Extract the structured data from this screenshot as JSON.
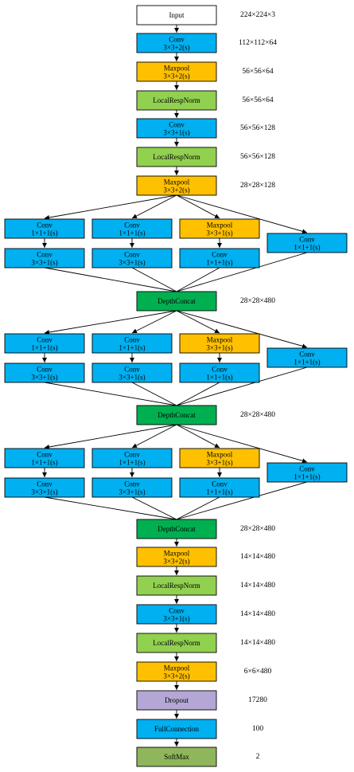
{
  "colors": {
    "input": "#ffffff",
    "conv": "#00b0f0",
    "maxpool": "#ffc000",
    "lrn": "#92d050",
    "concat": "#00b050",
    "dropout": "#b4a7d6",
    "fc": "#00b0f0",
    "softmax": "#8fb65a",
    "stroke": "#000000"
  },
  "main_stack": [
    {
      "id": "input",
      "kind": "input",
      "lines": [
        "Input"
      ],
      "dim": "224×224×3"
    },
    {
      "id": "conv1",
      "kind": "conv",
      "lines": [
        "Conv",
        "3×3+2(s)"
      ],
      "dim": "112×112×64"
    },
    {
      "id": "pool1",
      "kind": "maxpool",
      "lines": [
        "Maxpool",
        "3×3+2(s)"
      ],
      "dim": "56×56×64"
    },
    {
      "id": "lrn1",
      "kind": "lrn",
      "lines": [
        "LocalRespNorm"
      ],
      "dim": "56×56×64"
    },
    {
      "id": "conv2",
      "kind": "conv",
      "lines": [
        "Conv",
        "3×3+1(s)"
      ],
      "dim": "56×56×128"
    },
    {
      "id": "lrn2",
      "kind": "lrn",
      "lines": [
        "LocalRespNorm"
      ],
      "dim": "56×56×128"
    },
    {
      "id": "pool2",
      "kind": "maxpool",
      "lines": [
        "Maxpool",
        "3×3+2(s)"
      ],
      "dim": "28×28×128"
    }
  ],
  "inception_modules": [
    {
      "branches": [
        {
          "top": {
            "kind": "conv",
            "lines": [
              "Conv",
              "1×1+1(s)"
            ]
          },
          "bottom": {
            "kind": "conv",
            "lines": [
              "Conv",
              "3×3+1(s)"
            ]
          }
        },
        {
          "top": {
            "kind": "conv",
            "lines": [
              "Conv",
              "1×1+1(s)"
            ]
          },
          "bottom": {
            "kind": "conv",
            "lines": [
              "Conv",
              "3×3+1(s)"
            ]
          }
        },
        {
          "top": {
            "kind": "maxpool",
            "lines": [
              "Maxpool",
              "3×3+1(s)"
            ]
          },
          "bottom": {
            "kind": "conv",
            "lines": [
              "Conv",
              "1×1+1(s)"
            ]
          }
        },
        {
          "single": {
            "kind": "conv",
            "lines": [
              "Conv",
              "1×1+1(s)"
            ]
          }
        }
      ],
      "concat": {
        "kind": "concat",
        "lines": [
          "DepthConcat"
        ],
        "dim": "28×28×480"
      }
    },
    {
      "branches": [
        {
          "top": {
            "kind": "conv",
            "lines": [
              "Conv",
              "1×1+1(s)"
            ]
          },
          "bottom": {
            "kind": "conv",
            "lines": [
              "Conv",
              "3×3+1(s)"
            ]
          }
        },
        {
          "top": {
            "kind": "conv",
            "lines": [
              "Conv",
              "1×1+1(s)"
            ]
          },
          "bottom": {
            "kind": "conv",
            "lines": [
              "Conv",
              "3×3+1(s)"
            ]
          }
        },
        {
          "top": {
            "kind": "maxpool",
            "lines": [
              "Maxpool",
              "3×3+1(s)"
            ]
          },
          "bottom": {
            "kind": "conv",
            "lines": [
              "Conv",
              "1×1+1(s)"
            ]
          }
        },
        {
          "single": {
            "kind": "conv",
            "lines": [
              "Conv",
              "1×1+1(s)"
            ]
          }
        }
      ],
      "concat": {
        "kind": "concat",
        "lines": [
          "DepthConcat"
        ],
        "dim": "28×28×480"
      }
    },
    {
      "branches": [
        {
          "top": {
            "kind": "conv",
            "lines": [
              "Conv",
              "1×1+1(s)"
            ]
          },
          "bottom": {
            "kind": "conv",
            "lines": [
              "Conv",
              "3×3+1(s)"
            ]
          }
        },
        {
          "top": {
            "kind": "conv",
            "lines": [
              "Conv",
              "1×1+1(s)"
            ]
          },
          "bottom": {
            "kind": "conv",
            "lines": [
              "Conv",
              "3×3+1(s)"
            ]
          }
        },
        {
          "top": {
            "kind": "maxpool",
            "lines": [
              "Maxpool",
              "3×3+1(s)"
            ]
          },
          "bottom": {
            "kind": "conv",
            "lines": [
              "Conv",
              "1×1+1(s)"
            ]
          }
        },
        {
          "single": {
            "kind": "conv",
            "lines": [
              "Conv",
              "1×1+1(s)"
            ]
          }
        }
      ],
      "concat": {
        "kind": "concat",
        "lines": [
          "DepthConcat"
        ],
        "dim": "28×28×480"
      }
    }
  ],
  "tail_stack": [
    {
      "id": "pool3",
      "kind": "maxpool",
      "lines": [
        "Maxpool",
        "3×3+2(s)"
      ],
      "dim": "14×14×480"
    },
    {
      "id": "lrn3",
      "kind": "lrn",
      "lines": [
        "LocalRespNorm"
      ],
      "dim": "14×14×480"
    },
    {
      "id": "conv3",
      "kind": "conv",
      "lines": [
        "Conv",
        "3×3+1(s)"
      ],
      "dim": "14×14×480"
    },
    {
      "id": "lrn4",
      "kind": "lrn",
      "lines": [
        "LocalRespNorm"
      ],
      "dim": "14×14×480"
    },
    {
      "id": "pool4",
      "kind": "maxpool",
      "lines": [
        "Maxpool",
        "3×3+2(s)"
      ],
      "dim": "6×6×480"
    },
    {
      "id": "dropout",
      "kind": "dropout",
      "lines": [
        "Dropout"
      ],
      "dim": "17280"
    },
    {
      "id": "fc",
      "kind": "fc",
      "lines": [
        "FullConnection"
      ],
      "dim": "100"
    },
    {
      "id": "softmax",
      "kind": "softmax",
      "lines": [
        "SoftMax"
      ],
      "dim": "2"
    }
  ]
}
